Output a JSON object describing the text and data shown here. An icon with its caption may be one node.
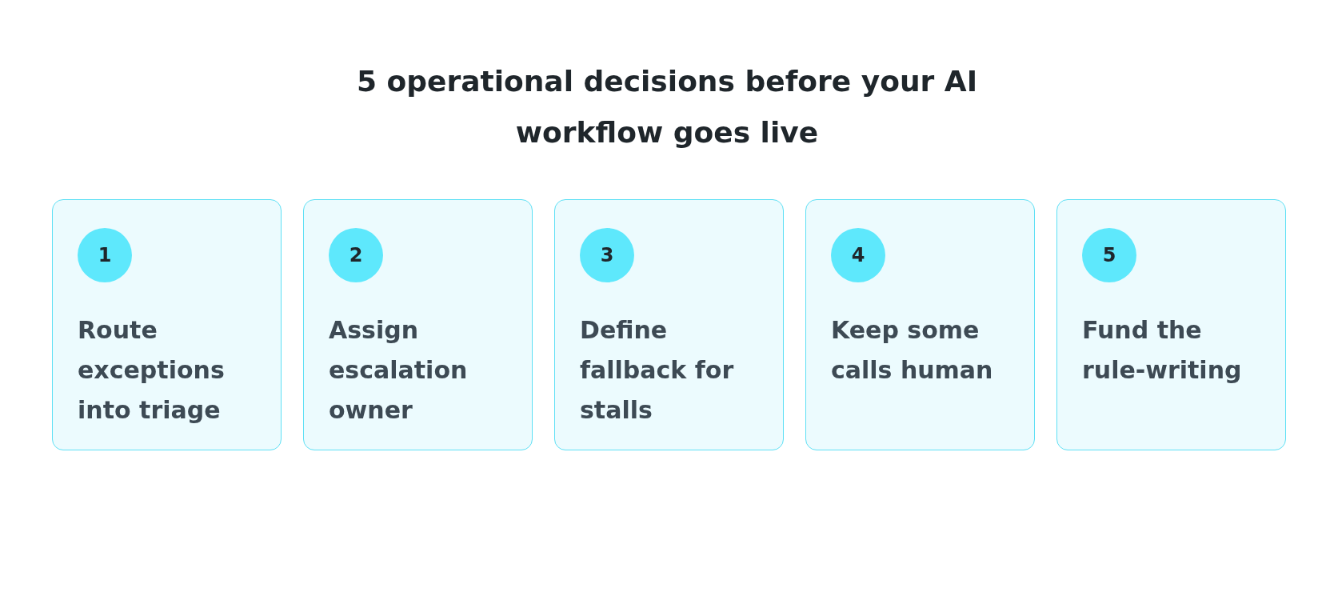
{
  "diagram": {
    "title": "5 operational decisions before your AI workflow goes live",
    "nodes": [
      {
        "text": [
          "Route exceptions into triage"
        ]
      },
      {
        "text": [
          "1"
        ],
        "in": 0
      },
      {
        "text": [
          "Assign escalation owner"
        ]
      },
      {
        "text": [
          "2"
        ],
        "in": 2
      },
      {
        "text": [
          "Define fallback for stalls"
        ]
      },
      {
        "text": [
          "3"
        ],
        "in": 4
      },
      {
        "text": [
          "Keep some calls human"
        ]
      },
      {
        "text": [
          "4"
        ],
        "in": 6
      },
      {
        "text": [
          "Fund the rule-writing"
        ]
      },
      {
        "text": [
          "5"
        ],
        "in": 8
      }
    ],
    "edges": []
  }
}
